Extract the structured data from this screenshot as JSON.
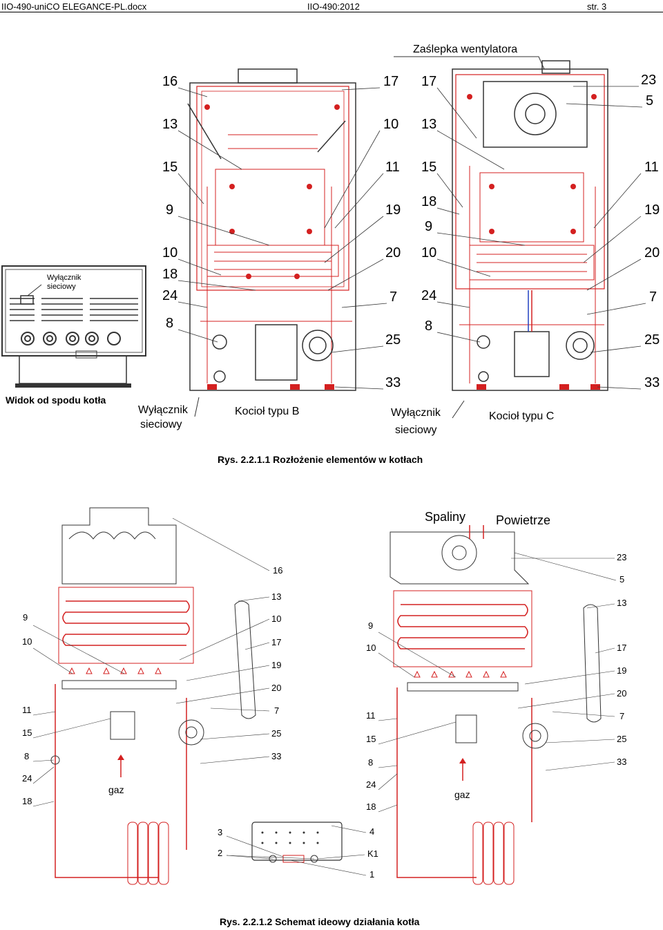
{
  "header": {
    "left": "IIO-490-uniCO ELEGANCE-PL.docx",
    "center": "IIO-490:2012",
    "right": "str. 3"
  },
  "fig1": {
    "fan_cap_label": "Zaślepka wentylatora",
    "bottom_view_title": "Widok od spodu kotła",
    "bottom_view_switch_line1": "Wyłącznik",
    "bottom_view_switch_line2": "sieciowy",
    "switch_b_line1": "Wyłącznik",
    "switch_b_line2": "sieciowy",
    "boiler_b": "Kocioł typu B",
    "switch_c_line1": "Wyłącznik",
    "switch_c_line2": "sieciowy",
    "boiler_c": "Kocioł typu C",
    "b_left_numbers": [
      "16",
      "13",
      "15",
      "9",
      "10",
      "18",
      "24",
      "8"
    ],
    "b_right_numbers": [
      "17",
      "10",
      "11",
      "19",
      "20",
      "7",
      "25",
      "33"
    ],
    "c_left_numbers": [
      "17",
      "13",
      "15",
      "18",
      "9",
      "10",
      "24",
      "8"
    ],
    "c_right_numbers": [
      "23",
      "5",
      "11",
      "19",
      "20",
      "7",
      "25",
      "33"
    ],
    "caption": "Rys. 2.2.1.1 Rozłożenie elementów w kotłach"
  },
  "fig2": {
    "flue_label": "Spaliny",
    "air_label": "Powietrze",
    "left_numbers_l": [
      "9",
      "10",
      "11",
      "15",
      "8",
      "24",
      "18"
    ],
    "left_numbers_r": [
      "16",
      "13",
      "10",
      "17",
      "19",
      "20",
      "7",
      "25",
      "33"
    ],
    "gas_left": "gaz",
    "right_numbers_l": [
      "9",
      "10",
      "11",
      "15",
      "8",
      "24",
      "18"
    ],
    "right_numbers_r": [
      "23",
      "5",
      "13",
      "17",
      "19",
      "20",
      "7",
      "25",
      "33"
    ],
    "gas_right": "gaz",
    "panel_numbers_l": [
      "3",
      "2"
    ],
    "panel_numbers_r": [
      "4",
      "K1",
      "1"
    ],
    "caption": "Rys. 2.2.1.2 Schemat ideowy działania kotła"
  },
  "colors": {
    "drawing_red": "#d42020",
    "drawing_dark": "#333333"
  }
}
